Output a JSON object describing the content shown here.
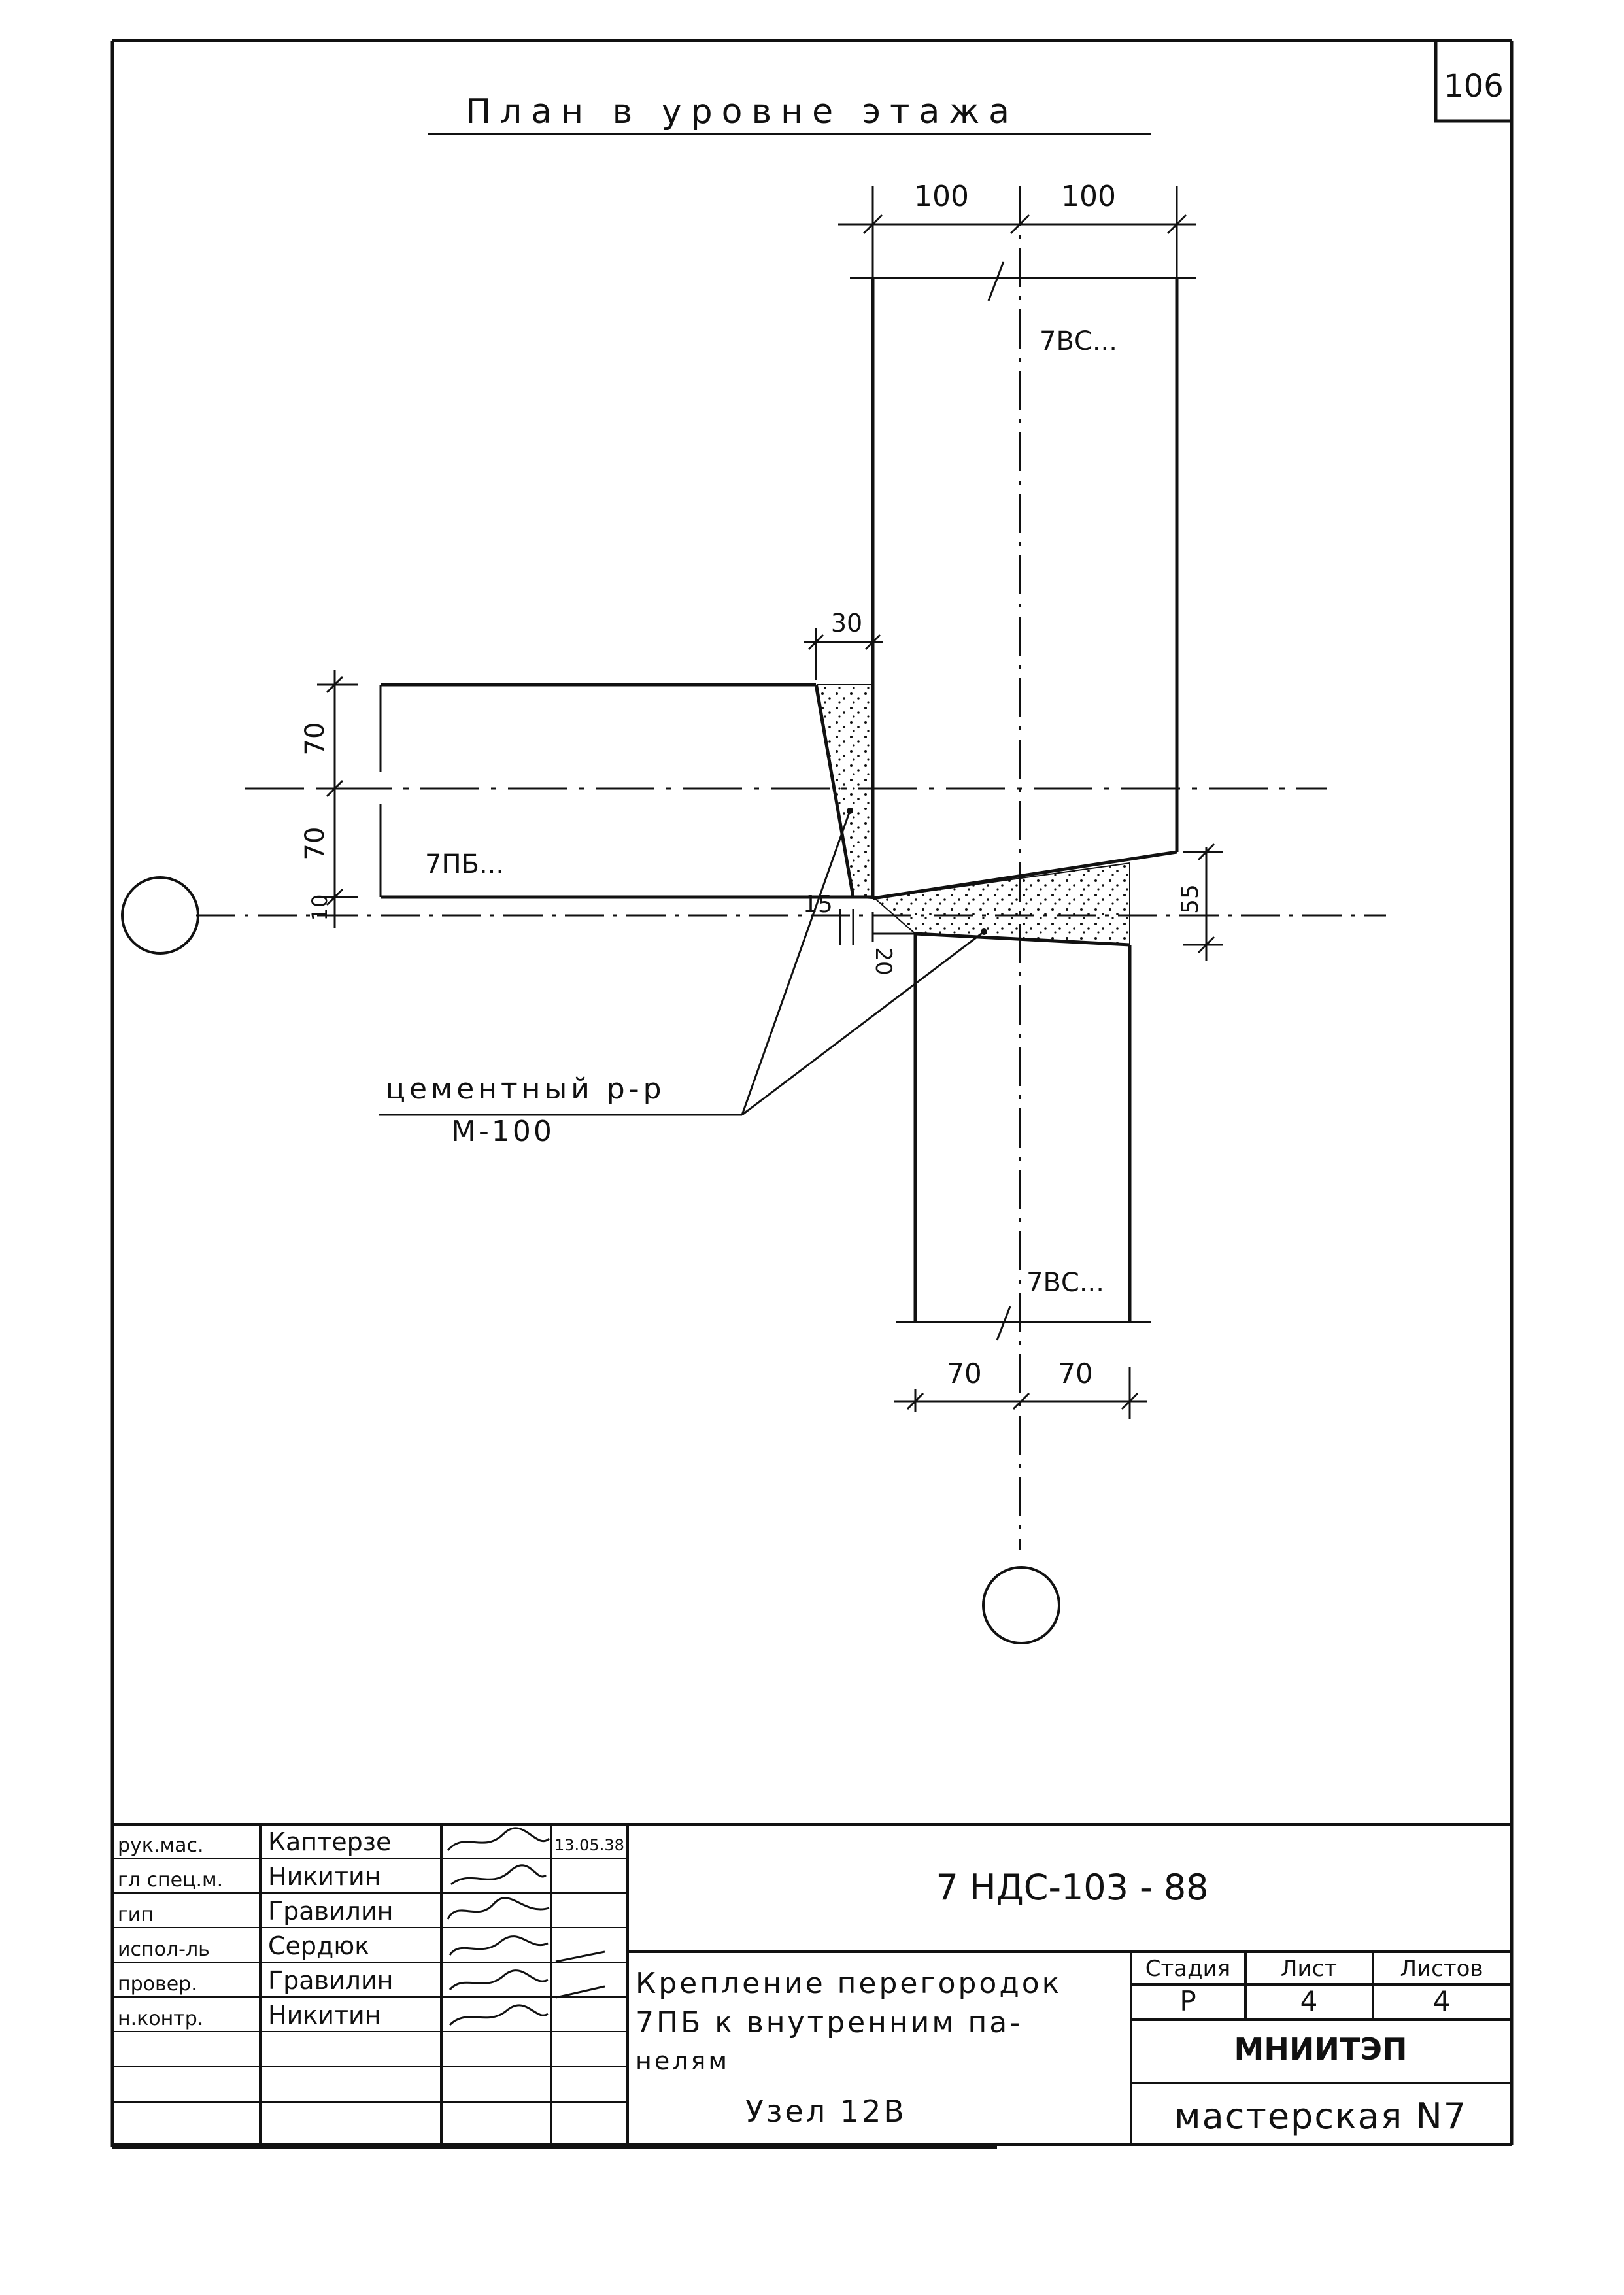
{
  "sheet_number": "106",
  "drawing": {
    "title": "План в уровне этажа",
    "dimensions": {
      "top_left": "100",
      "top_right": "100",
      "gap_30": "30",
      "left_upper_70": "70",
      "left_lower_70": "70",
      "left_10": "10",
      "joint_15": "15",
      "joint_20": "20",
      "right_55": "55",
      "bottom_left_70": "70",
      "bottom_right_70": "70"
    },
    "panel_labels": {
      "upper_panel": "7ВС...",
      "lower_panel": "7ВС...",
      "partition": "7ПБ..."
    },
    "callout": {
      "line1": "цементный р-р",
      "line2": "М-100"
    }
  },
  "title_block": {
    "roles": [
      {
        "role": "рук.мас.",
        "name": "Каптерзе",
        "date": "13.05.38"
      },
      {
        "role": "гл спец.м.",
        "name": "Никитин",
        "date": ""
      },
      {
        "role": "гип",
        "name": "Гравилин",
        "date": ""
      },
      {
        "role": "испол-ль",
        "name": "Сердюк",
        "date": ""
      },
      {
        "role": "провер.",
        "name": "Гравилин",
        "date": ""
      },
      {
        "role": "н.контр.",
        "name": "Никитин",
        "date": ""
      }
    ],
    "document_code": "7 НДС-103 - 88",
    "description_line1": "Крепление перегородок",
    "description_line2": "7ПБ к внутренним па-",
    "description_line3": "нелям",
    "node": "Узел 12В",
    "stage_header": "Стадия",
    "sheet_header": "Лист",
    "sheets_header": "Листов",
    "stage_value": "Р",
    "sheet_value": "4",
    "sheets_value": "4",
    "organization": "МНИИТЭП",
    "workshop": "мастерская N7"
  }
}
